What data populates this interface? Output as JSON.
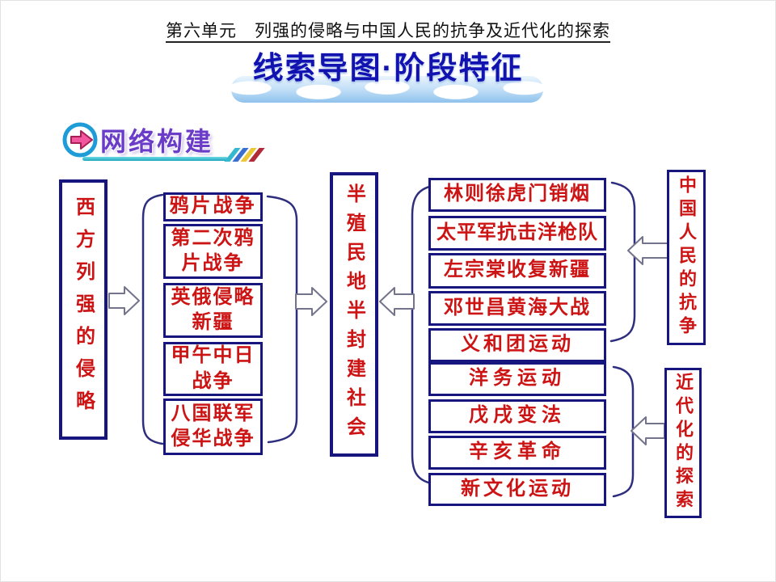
{
  "header": {
    "unit_title": "第六单元　列强的侵略与中国人民的抗争及近代化的探索",
    "banner_title": "线索导图·阶段特征",
    "section_label": "网络构建"
  },
  "colors": {
    "box_border_navy": "#16167e",
    "label_red": "#cc1414",
    "banner_blue": "#1212b0",
    "section_purple": "#6a3cc8",
    "underline_teal": "#2fb7c9",
    "icon_ring_blue": "#1e9cd7",
    "icon_arrow_pink": "#f2569e",
    "connector_gray": "#73738c"
  },
  "icons": [
    {
      "name": "arrow-circle-icon",
      "meaning": "pink right-arrow inside blue ring bullet"
    }
  ],
  "diagram": {
    "west": {
      "label": "西方列强的侵略"
    },
    "center": {
      "label": "半殖民地半封建社会"
    },
    "resist": {
      "label": "中国人民的抗争"
    },
    "modern": {
      "label": "近代化的探索"
    },
    "aggression_items": [
      {
        "label": "鸦片战争"
      },
      {
        "label": "第二次鸦\n片战争"
      },
      {
        "label": "英俄侵略\n新疆"
      },
      {
        "label": "甲午中日\n战争"
      },
      {
        "label": "八国联军\n侵华战争"
      }
    ],
    "resist_items": [
      {
        "label": "林则徐虎门销烟"
      },
      {
        "label": "太平军抗击洋枪队"
      },
      {
        "label": "左宗棠收复新疆"
      },
      {
        "label": "邓世昌黄海大战"
      },
      {
        "label": "义和团运动"
      }
    ],
    "modern_items": [
      {
        "label": "洋务运动"
      },
      {
        "label": "戊戌变法"
      },
      {
        "label": "辛亥革命"
      },
      {
        "label": "新文化运动"
      }
    ]
  }
}
